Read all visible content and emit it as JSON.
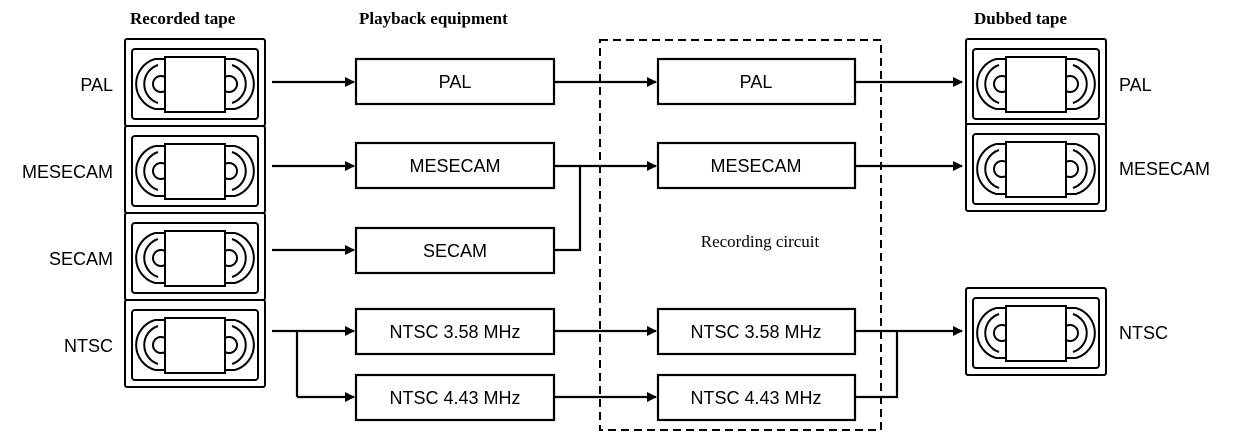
{
  "headers": {
    "recorded": "Recorded tape",
    "playback": "Playback equipment",
    "dubbed": "Dubbed tape"
  },
  "recorded_tapes": [
    "PAL",
    "MESECAM",
    "SECAM",
    "NTSC"
  ],
  "playback_boxes": [
    "PAL",
    "MESECAM",
    "SECAM",
    "NTSC 3.58 MHz",
    "NTSC 4.43 MHz"
  ],
  "recording_circuit": {
    "label": "Recording circuit",
    "boxes": [
      "PAL",
      "MESECAM",
      "NTSC 3.58 MHz",
      "NTSC 4.43 MHz"
    ]
  },
  "dubbed_tapes": [
    "PAL",
    "MESECAM",
    "NTSC"
  ],
  "icons": {
    "cassette": "vhs-cassette-icon",
    "arrow": "arrow-right-icon"
  }
}
